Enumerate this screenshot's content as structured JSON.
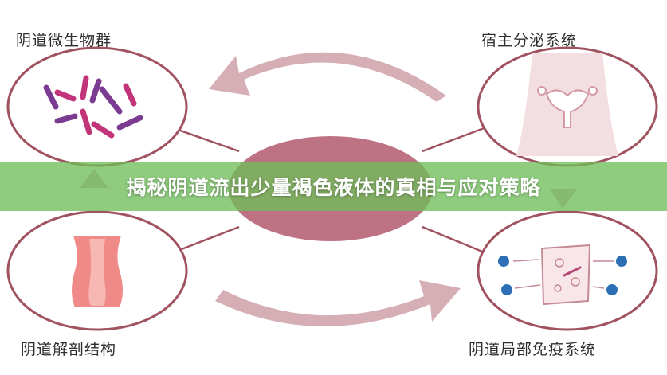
{
  "labels": {
    "top_left": "阴道微生物群",
    "top_right": "宿主分泌系统",
    "bottom_left": "阴道解剖结构",
    "bottom_right": "阴道局部免疫系统"
  },
  "banner": {
    "title": "揭秘阴道流出少量褐色液体的真相与应对策略"
  },
  "colors": {
    "outline": "#a0525f",
    "center_fill": "#bd7383",
    "arrow": "#cfa0a8",
    "bacteria_purple": "#7a3b91",
    "bacteria_magenta": "#c2357a",
    "banner_green": "#70be5a",
    "immune_blue": "#2c6fb5"
  },
  "icons": [
    "bacteria-icon",
    "uterus-icon",
    "vaginal-canal-icon",
    "immune-cell-icon"
  ]
}
